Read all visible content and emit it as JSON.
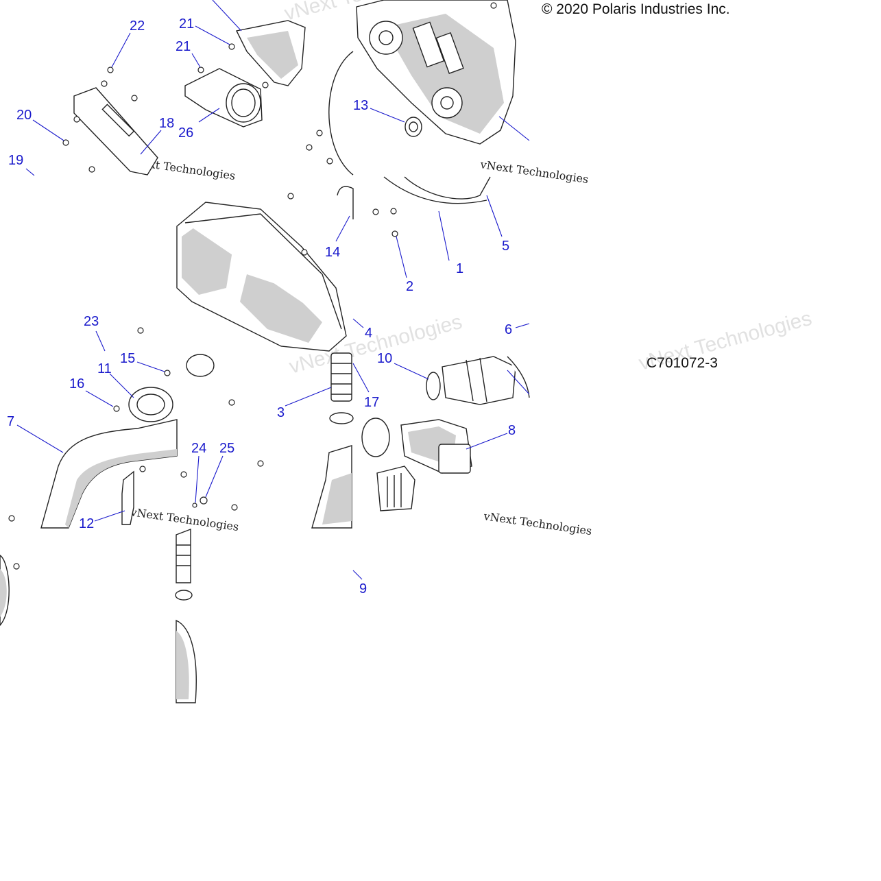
{
  "copyright": "© 2020 Polaris Industries Inc.",
  "figure_code": "C701072-3",
  "watermark": {
    "brand_serif": "vNext Technologies",
    "brand_outline": "vNext Technologies"
  },
  "callouts": [
    {
      "label": "1"
    },
    {
      "label": "2"
    },
    {
      "label": "3"
    },
    {
      "label": "4"
    },
    {
      "label": "5"
    },
    {
      "label": "6"
    },
    {
      "label": "7"
    },
    {
      "label": "8"
    },
    {
      "label": "9"
    },
    {
      "label": "10"
    },
    {
      "label": "11"
    },
    {
      "label": "12"
    },
    {
      "label": "13"
    },
    {
      "label": "14"
    },
    {
      "label": "15"
    },
    {
      "label": "16"
    },
    {
      "label": "17"
    },
    {
      "label": "18"
    },
    {
      "label": "19"
    },
    {
      "label": "20"
    },
    {
      "label": "21"
    },
    {
      "label": "21"
    },
    {
      "label": "22"
    },
    {
      "label": "23"
    },
    {
      "label": "24"
    },
    {
      "label": "25"
    },
    {
      "label": "26"
    }
  ],
  "colors": {
    "callout": "#1a1acc",
    "line": "#222222",
    "shade": "#cfcfcf"
  }
}
